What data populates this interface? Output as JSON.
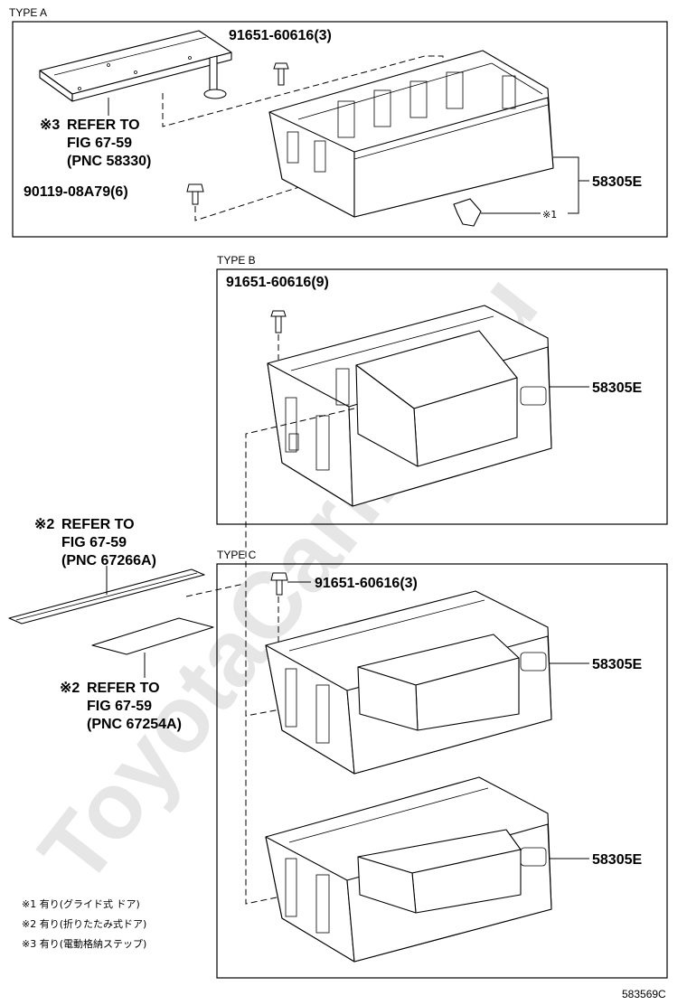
{
  "watermark": "ToyotaCarline.ru",
  "diagram_id": "583569C",
  "sections": {
    "type_a": {
      "title": "TYPE A",
      "bolt_label": "91651-60616(3)",
      "screw_label": "90119-08A79(6)",
      "part_label": "58305E",
      "bracket_mark": "※1",
      "refer": {
        "mark": "※3",
        "line1": "REFER TO",
        "line2": "FIG 67-59",
        "line3": "(PNC 58330)"
      }
    },
    "type_b": {
      "title": "TYPE B",
      "bolt_label": "91651-60616(9)",
      "part_label": "58305E"
    },
    "type_c": {
      "title": "TYPE C",
      "bolt_label": "91651-60616(3)",
      "part_label_upper": "58305E",
      "part_label_lower": "58305E"
    }
  },
  "refer_mat_long": {
    "mark": "※2",
    "line1": "REFER TO",
    "line2": "FIG 67-59",
    "line3": "(PNC 67266A)"
  },
  "refer_mat_small": {
    "mark": "※2",
    "line1": "REFER TO",
    "line2": "FIG 67-59",
    "line3": "(PNC 67254A)"
  },
  "notes": [
    "※1 有り(グライド式 ドア)",
    "※2 有り(折りたたみ式ドア)",
    "※3 有り(電動格納ステップ)"
  ]
}
